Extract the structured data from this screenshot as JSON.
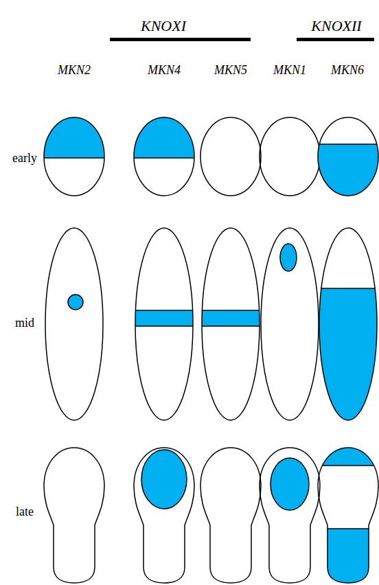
{
  "diagram": {
    "labels": [
      "KNOXI",
      "KNOXII",
      "MKN2",
      "MKN4",
      "MKN5",
      "MKN1",
      "MKN6",
      "early",
      "mid",
      "late"
    ]
  }
}
